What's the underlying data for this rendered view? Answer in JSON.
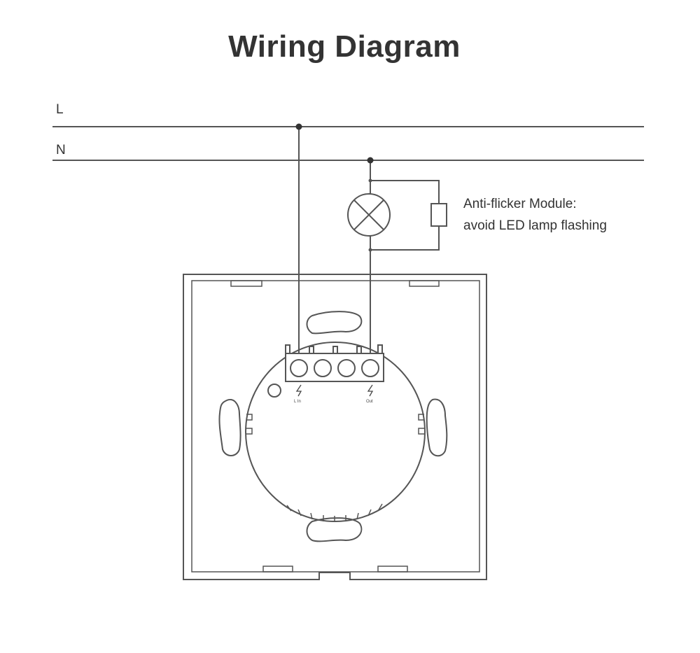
{
  "title": "Wiring Diagram",
  "wires": {
    "line_label": "L",
    "neutral_label": "N"
  },
  "note": {
    "line1": "Anti-flicker Module:",
    "line2": "avoid LED lamp flashing"
  },
  "terminals": {
    "left_label": "L In",
    "right_label": "Out"
  },
  "colors": {
    "line": "#555555",
    "text": "#333333",
    "background": "#ffffff"
  }
}
